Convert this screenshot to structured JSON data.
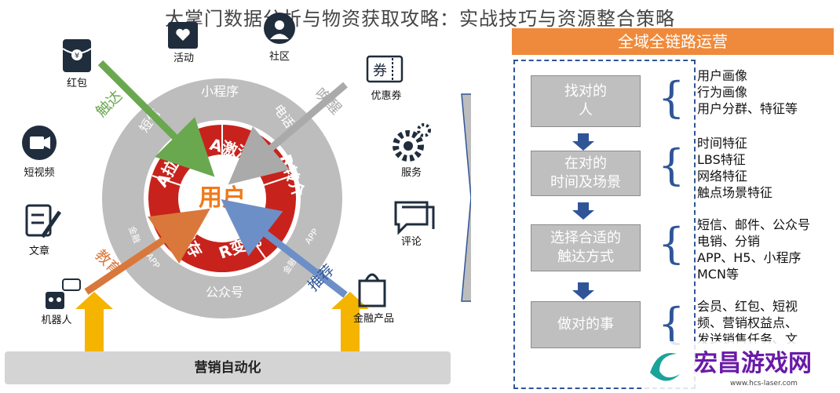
{
  "title": "大掌门数据分析与物资获取攻略：实战技巧与资源整合策略",
  "icons": {
    "hongbao": "红包",
    "huodong": "活动",
    "shequ": "社区",
    "youhuiquan": "优惠券",
    "duanshipin": "短视频",
    "fuwu": "服务",
    "wenzhang": "文章",
    "pinglun": "评论",
    "jiqiren": "机器人",
    "jinrongchanpin": "金融产品",
    "youhuiquan_glyph": "券"
  },
  "outer_ring": {
    "miniapp": "小程序",
    "sms": "短信",
    "phone": "电话",
    "wechat": "公众号",
    "app_left": "APP",
    "app_right": "APP",
    "finance_left": "金融",
    "finance_right": "金融"
  },
  "red_ring": {
    "activate": "A激活",
    "acquire": "A拉新",
    "retain": "R留存",
    "monetize": "R变现",
    "recommend": "R转介"
  },
  "center": "用户",
  "arrows": {
    "reach": "触达",
    "wake": "唤醒",
    "educate": "教育",
    "recommend": "推荐"
  },
  "bottom_bar": "营销自动化",
  "right": {
    "banner": "全域全链路运营",
    "steps": [
      {
        "line1": "找对的",
        "line2": "人"
      },
      {
        "line1": "在对的",
        "line2": "时间及场景"
      },
      {
        "line1": "选择合适的",
        "line2": "触达方式"
      },
      {
        "line1": "做对的事",
        "line2": ""
      }
    ],
    "features": [
      [
        "用户画像",
        "行为画像",
        "用户分群、特征等"
      ],
      [
        "时间特征",
        "LBS特征",
        "网络特征",
        "触点场景特征"
      ],
      [
        "短信、邮件、公众号",
        "电销、分销",
        "APP、H5、小程序",
        "MCN等"
      ],
      [
        "会员、红包、短视",
        "频、营销权益点、",
        "发送销售任务、文"
      ]
    ]
  },
  "watermark": {
    "name": "宏昌游戏网",
    "url": "www.hcs-laser.com"
  },
  "colors": {
    "ring_gray": "#bdbdbd",
    "red": "#c7231c",
    "orange": "#ef8a3c",
    "blue": "#2f5597",
    "gold": "#f4b400"
  }
}
